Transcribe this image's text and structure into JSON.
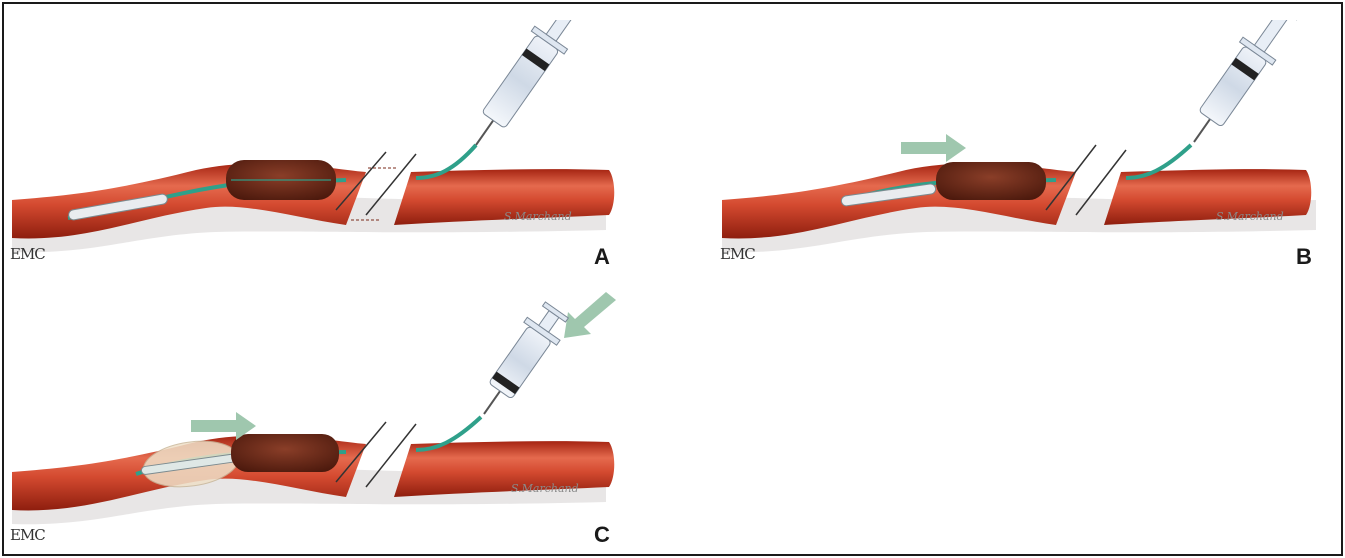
{
  "panels": [
    {
      "label": "A",
      "logo": "EMC",
      "signature": "S.Marchand"
    },
    {
      "label": "B",
      "logo": "EMC",
      "signature": "S.Marchand"
    },
    {
      "label": "C",
      "logo": "EMC",
      "signature": "S.Marchand"
    }
  ],
  "colors": {
    "vessel": "#c8321f",
    "vessel_light": "#e8735a",
    "clot": "#6b2a1a",
    "catheter": "#2fa08a",
    "arrow": "#9fc7ae",
    "balloon": "#efe0c8",
    "syringe": "#dfe8f4"
  },
  "icons": [
    "syringe-icon",
    "catheter-icon",
    "clot-icon",
    "balloon-icon",
    "direction-arrow-icon"
  ]
}
